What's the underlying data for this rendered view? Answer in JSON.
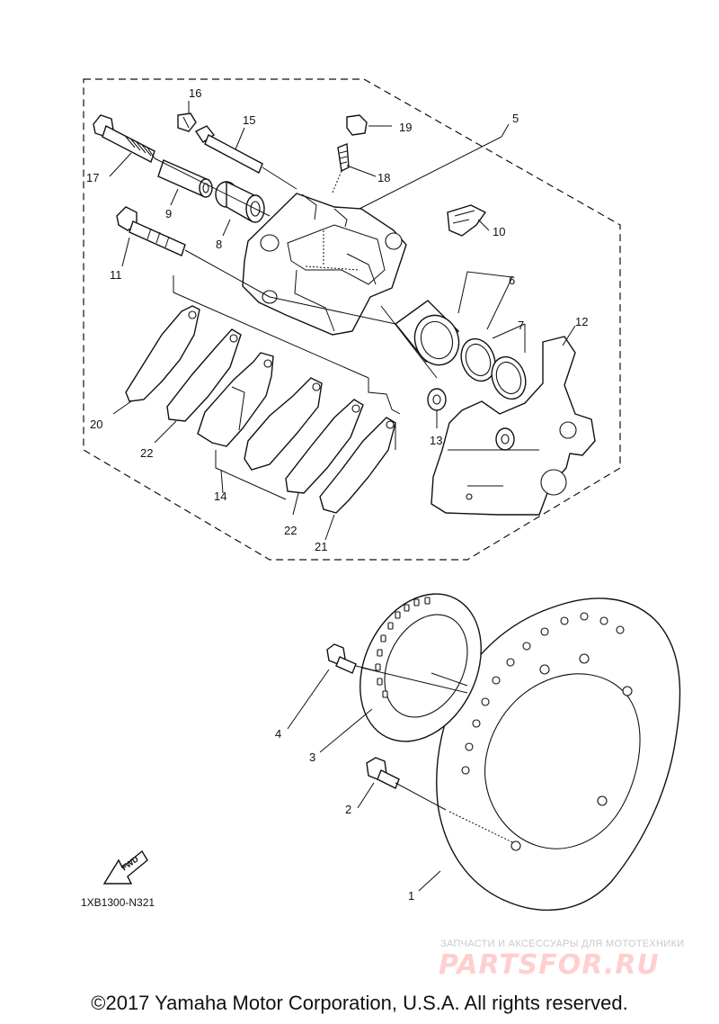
{
  "diagram": {
    "code": "1XB1300-N321",
    "fwd_label": "FWD",
    "callouts": {
      "c1": "1",
      "c2": "2",
      "c3": "3",
      "c4": "4",
      "c5": "5",
      "c6": "6",
      "c7": "7",
      "c8": "8",
      "c9": "9",
      "c10": "10",
      "c11": "11",
      "c12": "12",
      "c13": "13",
      "c14": "14",
      "c15": "15",
      "c16": "16",
      "c17": "17",
      "c18": "18",
      "c19": "19",
      "c20": "20",
      "c21": "21",
      "c22a": "22",
      "c22b": "22"
    }
  },
  "watermark": {
    "subtitle": "ЗАПЧАСТИ И АКСЕССУАРЫ ДЛЯ МОТОТЕХНИКИ",
    "logo": "PARTSFOR.RU"
  },
  "footer": {
    "copyright": "©2017 Yamaha Motor Corporation, U.S.A. All rights reserved."
  }
}
